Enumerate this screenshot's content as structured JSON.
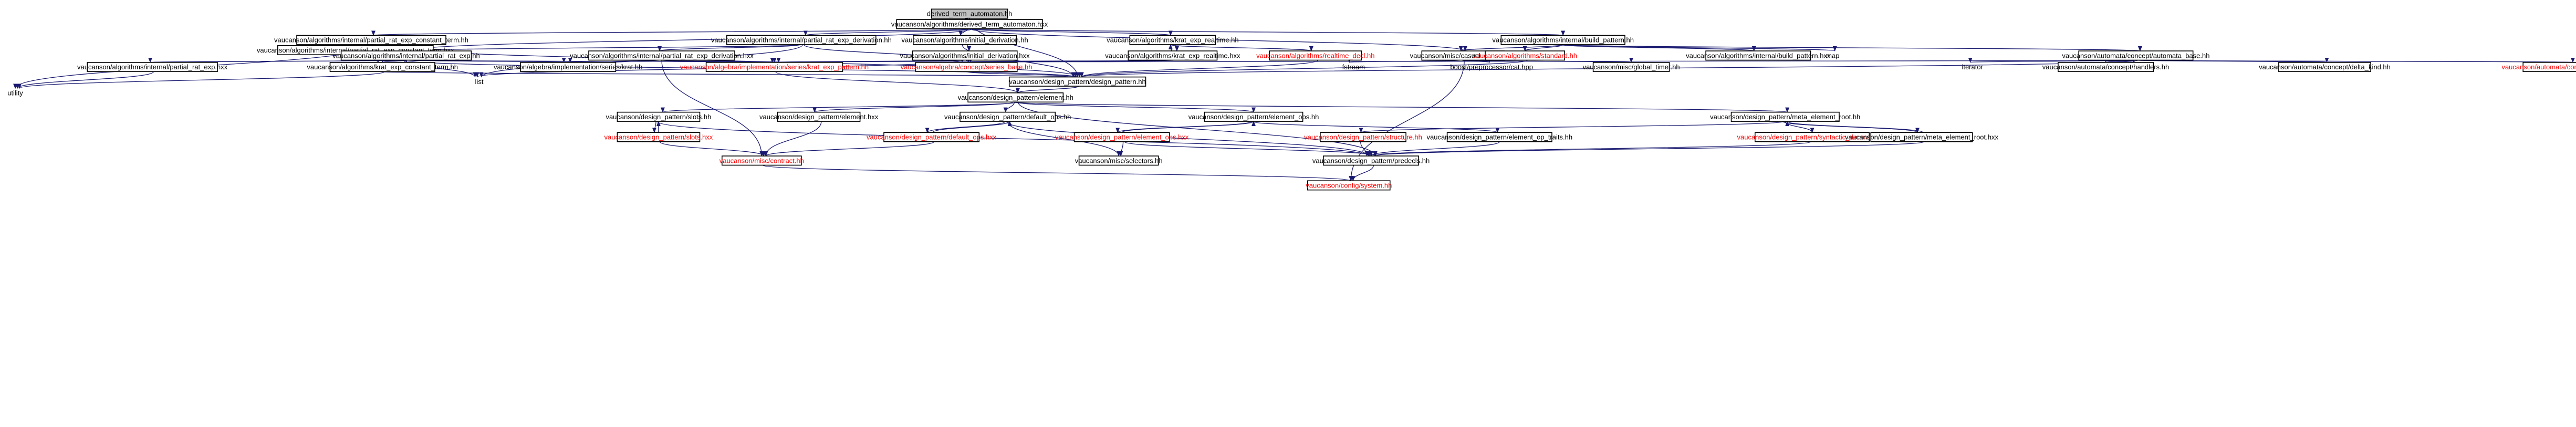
{
  "graph": {
    "root": "derived_term_automaton.hh",
    "nodes": [
      {
        "id": "root",
        "label": "derived_term_automaton.hh",
        "style": "root"
      },
      {
        "id": "dta_hxx",
        "label": "vaucanson/algorithms/derived_term_automaton.hxx"
      },
      {
        "id": "prec_term_hh",
        "label": "vaucanson/algorithms/internal/partial_rat_exp_constant_term.hh"
      },
      {
        "id": "prec_term_hxx",
        "label": "vaucanson/algorithms/internal/partial_rat_exp_constant_term.hxx"
      },
      {
        "id": "pre_hh",
        "label": "vaucanson/algorithms/internal/partial_rat_exp.hh"
      },
      {
        "id": "pre_hxx",
        "label": "vaucanson/algorithms/internal/partial_rat_exp.hxx"
      },
      {
        "id": "utility",
        "label": "utility",
        "style": "free"
      },
      {
        "id": "krat_ct_hh",
        "label": "vaucanson/algorithms/krat_exp_constant_term.hh"
      },
      {
        "id": "pred_hh",
        "label": "vaucanson/algorithms/internal/partial_rat_exp_derivation.hh"
      },
      {
        "id": "pred_hxx",
        "label": "vaucanson/algorithms/internal/partial_rat_exp_derivation.hxx"
      },
      {
        "id": "krat_hh",
        "label": "vaucanson/algebra/implementation/series/krat.hh"
      },
      {
        "id": "krat_pattern",
        "label": "vaucanson/algebra/implementation/series/krat_exp_pattern.hh",
        "style": "red"
      },
      {
        "id": "list",
        "label": "list",
        "style": "free"
      },
      {
        "id": "ideriv_hh",
        "label": "vaucanson/algorithms/initial_derivation.hh"
      },
      {
        "id": "ideriv_hxx",
        "label": "vaucanson/algorithms/initial_derivation.hxx"
      },
      {
        "id": "series_base",
        "label": "vaucanson/algebra/concept/series_base.hh",
        "style": "red"
      },
      {
        "id": "krt_hh",
        "label": "vaucanson/algorithms/krat_exp_realtime.hh"
      },
      {
        "id": "krt_hxx",
        "label": "vaucanson/algorithms/krat_exp_realtime.hxx"
      },
      {
        "id": "rt_decl",
        "label": "vaucanson/algorithms/realtime_decl.hh",
        "style": "red"
      },
      {
        "id": "bp_hh",
        "label": "vaucanson/algorithms/internal/build_pattern.hh"
      },
      {
        "id": "bp_hxx",
        "label": "vaucanson/algorithms/internal/build_pattern.hxx"
      },
      {
        "id": "casual",
        "label": "vaucanson/misc/casual_macros.hh"
      },
      {
        "id": "standard",
        "label": "vaucanson/algorithms/standard.hh",
        "style": "red"
      },
      {
        "id": "map",
        "label": "map",
        "style": "free"
      },
      {
        "id": "ab_hh",
        "label": "vaucanson/automata/concept/automata_base.hh"
      },
      {
        "id": "ab_hxx",
        "label": "vaucanson/automata/concept/automata_base.hxx",
        "style": "red"
      },
      {
        "id": "iterator",
        "label": "iterator",
        "style": "free"
      },
      {
        "id": "handlers",
        "label": "vaucanson/automata/concept/handlers.hh"
      },
      {
        "id": "delta",
        "label": "vaucanson/automata/concept/delta_kind.hh"
      },
      {
        "id": "fstream",
        "label": "fstream",
        "style": "free"
      },
      {
        "id": "boost_cat",
        "label": "boost/preprocessor/cat.hpp",
        "style": "free"
      },
      {
        "id": "global_timer",
        "label": "vaucanson/misc/global_timer.hh"
      },
      {
        "id": "design_pattern",
        "label": "vaucanson/design_pattern/design_pattern.hh"
      },
      {
        "id": "element_hh",
        "label": "vaucanson/design_pattern/element.hh"
      },
      {
        "id": "slots_hh",
        "label": "vaucanson/design_pattern/slots.hh"
      },
      {
        "id": "slots_hxx",
        "label": "vaucanson/design_pattern/slots.hxx",
        "style": "red"
      },
      {
        "id": "element_hxx",
        "label": "vaucanson/design_pattern/element.hxx"
      },
      {
        "id": "dops_hh",
        "label": "vaucanson/design_pattern/default_ops.hh"
      },
      {
        "id": "dops_hxx",
        "label": "vaucanson/design_pattern/default_ops.hxx",
        "style": "red"
      },
      {
        "id": "eops_hh",
        "label": "vaucanson/design_pattern/element_ops.hh"
      },
      {
        "id": "eops_hxx",
        "label": "vaucanson/design_pattern/element_ops.hxx",
        "style": "red"
      },
      {
        "id": "contract",
        "label": "vaucanson/misc/contract.hh",
        "style": "red"
      },
      {
        "id": "structure",
        "label": "vaucanson/design_pattern/structure.hh",
        "style": "red"
      },
      {
        "id": "selectors",
        "label": "vaucanson/misc/selectors.hh"
      },
      {
        "id": "eop_traits",
        "label": "vaucanson/design_pattern/element_op_traits.hh"
      },
      {
        "id": "mer_hh",
        "label": "vaucanson/design_pattern/meta_element_root.hh"
      },
      {
        "id": "syn_dec",
        "label": "vaucanson/design_pattern/syntactic_decorator.hh",
        "style": "red"
      },
      {
        "id": "mer_hxx",
        "label": "vaucanson/design_pattern/meta_element_root.hxx"
      },
      {
        "id": "predecls",
        "label": "vaucanson/design_pattern/predecls.hh"
      },
      {
        "id": "system",
        "label": "vaucanson/config/system.hh",
        "style": "red"
      }
    ],
    "edges": [
      [
        "root",
        "dta_hxx"
      ],
      [
        "dta_hxx",
        "root"
      ],
      [
        "root",
        "design_pattern"
      ],
      [
        "dta_hxx",
        "prec_term_hh"
      ],
      [
        "dta_hxx",
        "pred_hh"
      ],
      [
        "dta_hxx",
        "ideriv_hh"
      ],
      [
        "dta_hxx",
        "krt_hh"
      ],
      [
        "dta_hxx",
        "bp_hh"
      ],
      [
        "dta_hxx",
        "casual"
      ],
      [
        "dta_hxx",
        "pre_hh"
      ],
      [
        "prec_term_hh",
        "prec_term_hxx"
      ],
      [
        "prec_term_hh",
        "pre_hh"
      ],
      [
        "prec_term_hh",
        "utility"
      ],
      [
        "prec_term_hh",
        "design_pattern"
      ],
      [
        "prec_term_hxx",
        "prec_term_hh"
      ],
      [
        "prec_term_hxx",
        "krat_ct_hh"
      ],
      [
        "pre_hh",
        "pre_hxx"
      ],
      [
        "pre_hh",
        "krat_ct_hh"
      ],
      [
        "pre_hh",
        "krat_hh"
      ],
      [
        "pre_hh",
        "krat_pattern"
      ],
      [
        "pre_hh",
        "list"
      ],
      [
        "pre_hh",
        "design_pattern"
      ],
      [
        "pre_hxx",
        "pre_hh"
      ],
      [
        "pre_hxx",
        "utility"
      ],
      [
        "krat_ct_hh",
        "utility"
      ],
      [
        "krat_ct_hh",
        "design_pattern"
      ],
      [
        "pred_hh",
        "pred_hxx"
      ],
      [
        "pred_hh",
        "pre_hh"
      ],
      [
        "pred_hh",
        "list"
      ],
      [
        "pred_hh",
        "series_base"
      ],
      [
        "pred_hxx",
        "krat_hh"
      ],
      [
        "pred_hxx",
        "krat_pattern"
      ],
      [
        "pred_hxx",
        "contract"
      ],
      [
        "krat_pattern",
        "element_hh"
      ],
      [
        "ideriv_hh",
        "ideriv_hxx"
      ],
      [
        "ideriv_hh",
        "design_pattern"
      ],
      [
        "ideriv_hxx",
        "list"
      ],
      [
        "ideriv_hxx",
        "krat_pattern"
      ],
      [
        "ideriv_hxx",
        "series_base"
      ],
      [
        "krt_hh",
        "krt_hxx"
      ],
      [
        "krt_hh",
        "rt_decl"
      ],
      [
        "krt_hxx",
        "krt_hh"
      ],
      [
        "krt_hxx",
        "krat_pattern"
      ],
      [
        "krt_hxx",
        "series_base"
      ],
      [
        "rt_decl",
        "design_pattern"
      ],
      [
        "bp_hh",
        "bp_hxx"
      ],
      [
        "bp_hh",
        "casual"
      ],
      [
        "bp_hh",
        "standard"
      ],
      [
        "bp_hh",
        "map"
      ],
      [
        "bp_hh",
        "ab_hh"
      ],
      [
        "casual",
        "fstream"
      ],
      [
        "casual",
        "boost_cat"
      ],
      [
        "casual",
        "global_timer"
      ],
      [
        "casual",
        "system"
      ],
      [
        "standard",
        "design_pattern"
      ],
      [
        "ab_hh",
        "ab_hxx"
      ],
      [
        "ab_hh",
        "iterator"
      ],
      [
        "ab_hh",
        "handlers"
      ],
      [
        "ab_hh",
        "delta"
      ],
      [
        "ab_hh",
        "design_pattern"
      ],
      [
        "ab_hh",
        "series_base"
      ],
      [
        "ab_hxx",
        "ab_hh"
      ],
      [
        "series_base",
        "design_pattern"
      ],
      [
        "design_pattern",
        "element_hh"
      ],
      [
        "element_hh",
        "slots_hh"
      ],
      [
        "element_hh",
        "element_hxx"
      ],
      [
        "element_hh",
        "dops_hh"
      ],
      [
        "element_hh",
        "eops_hh"
      ],
      [
        "element_hh",
        "mer_hh"
      ],
      [
        "element_hh",
        "predecls"
      ],
      [
        "slots_hh",
        "slots_hxx"
      ],
      [
        "slots_hh",
        "predecls"
      ],
      [
        "slots_hxx",
        "slots_hh"
      ],
      [
        "slots_hxx",
        "contract"
      ],
      [
        "element_hxx",
        "contract"
      ],
      [
        "dops_hh",
        "dops_hxx"
      ],
      [
        "dops_hh",
        "predecls"
      ],
      [
        "dops_hh",
        "selectors"
      ],
      [
        "dops_hxx",
        "dops_hh"
      ],
      [
        "dops_hxx",
        "contract"
      ],
      [
        "eops_hh",
        "eops_hxx"
      ],
      [
        "eops_hh",
        "eop_traits"
      ],
      [
        "eops_hxx",
        "eops_hh"
      ],
      [
        "eops_hxx",
        "selectors"
      ],
      [
        "eops_hxx",
        "predecls"
      ],
      [
        "mer_hh",
        "mer_hxx"
      ],
      [
        "mer_hh",
        "structure"
      ],
      [
        "mer_hh",
        "syn_dec"
      ],
      [
        "mer_hxx",
        "mer_hh"
      ],
      [
        "mer_hxx",
        "predecls"
      ],
      [
        "structure",
        "predecls"
      ],
      [
        "syn_dec",
        "predecls"
      ],
      [
        "eop_traits",
        "predecls"
      ],
      [
        "contract",
        "system"
      ],
      [
        "predecls",
        "system"
      ]
    ]
  }
}
